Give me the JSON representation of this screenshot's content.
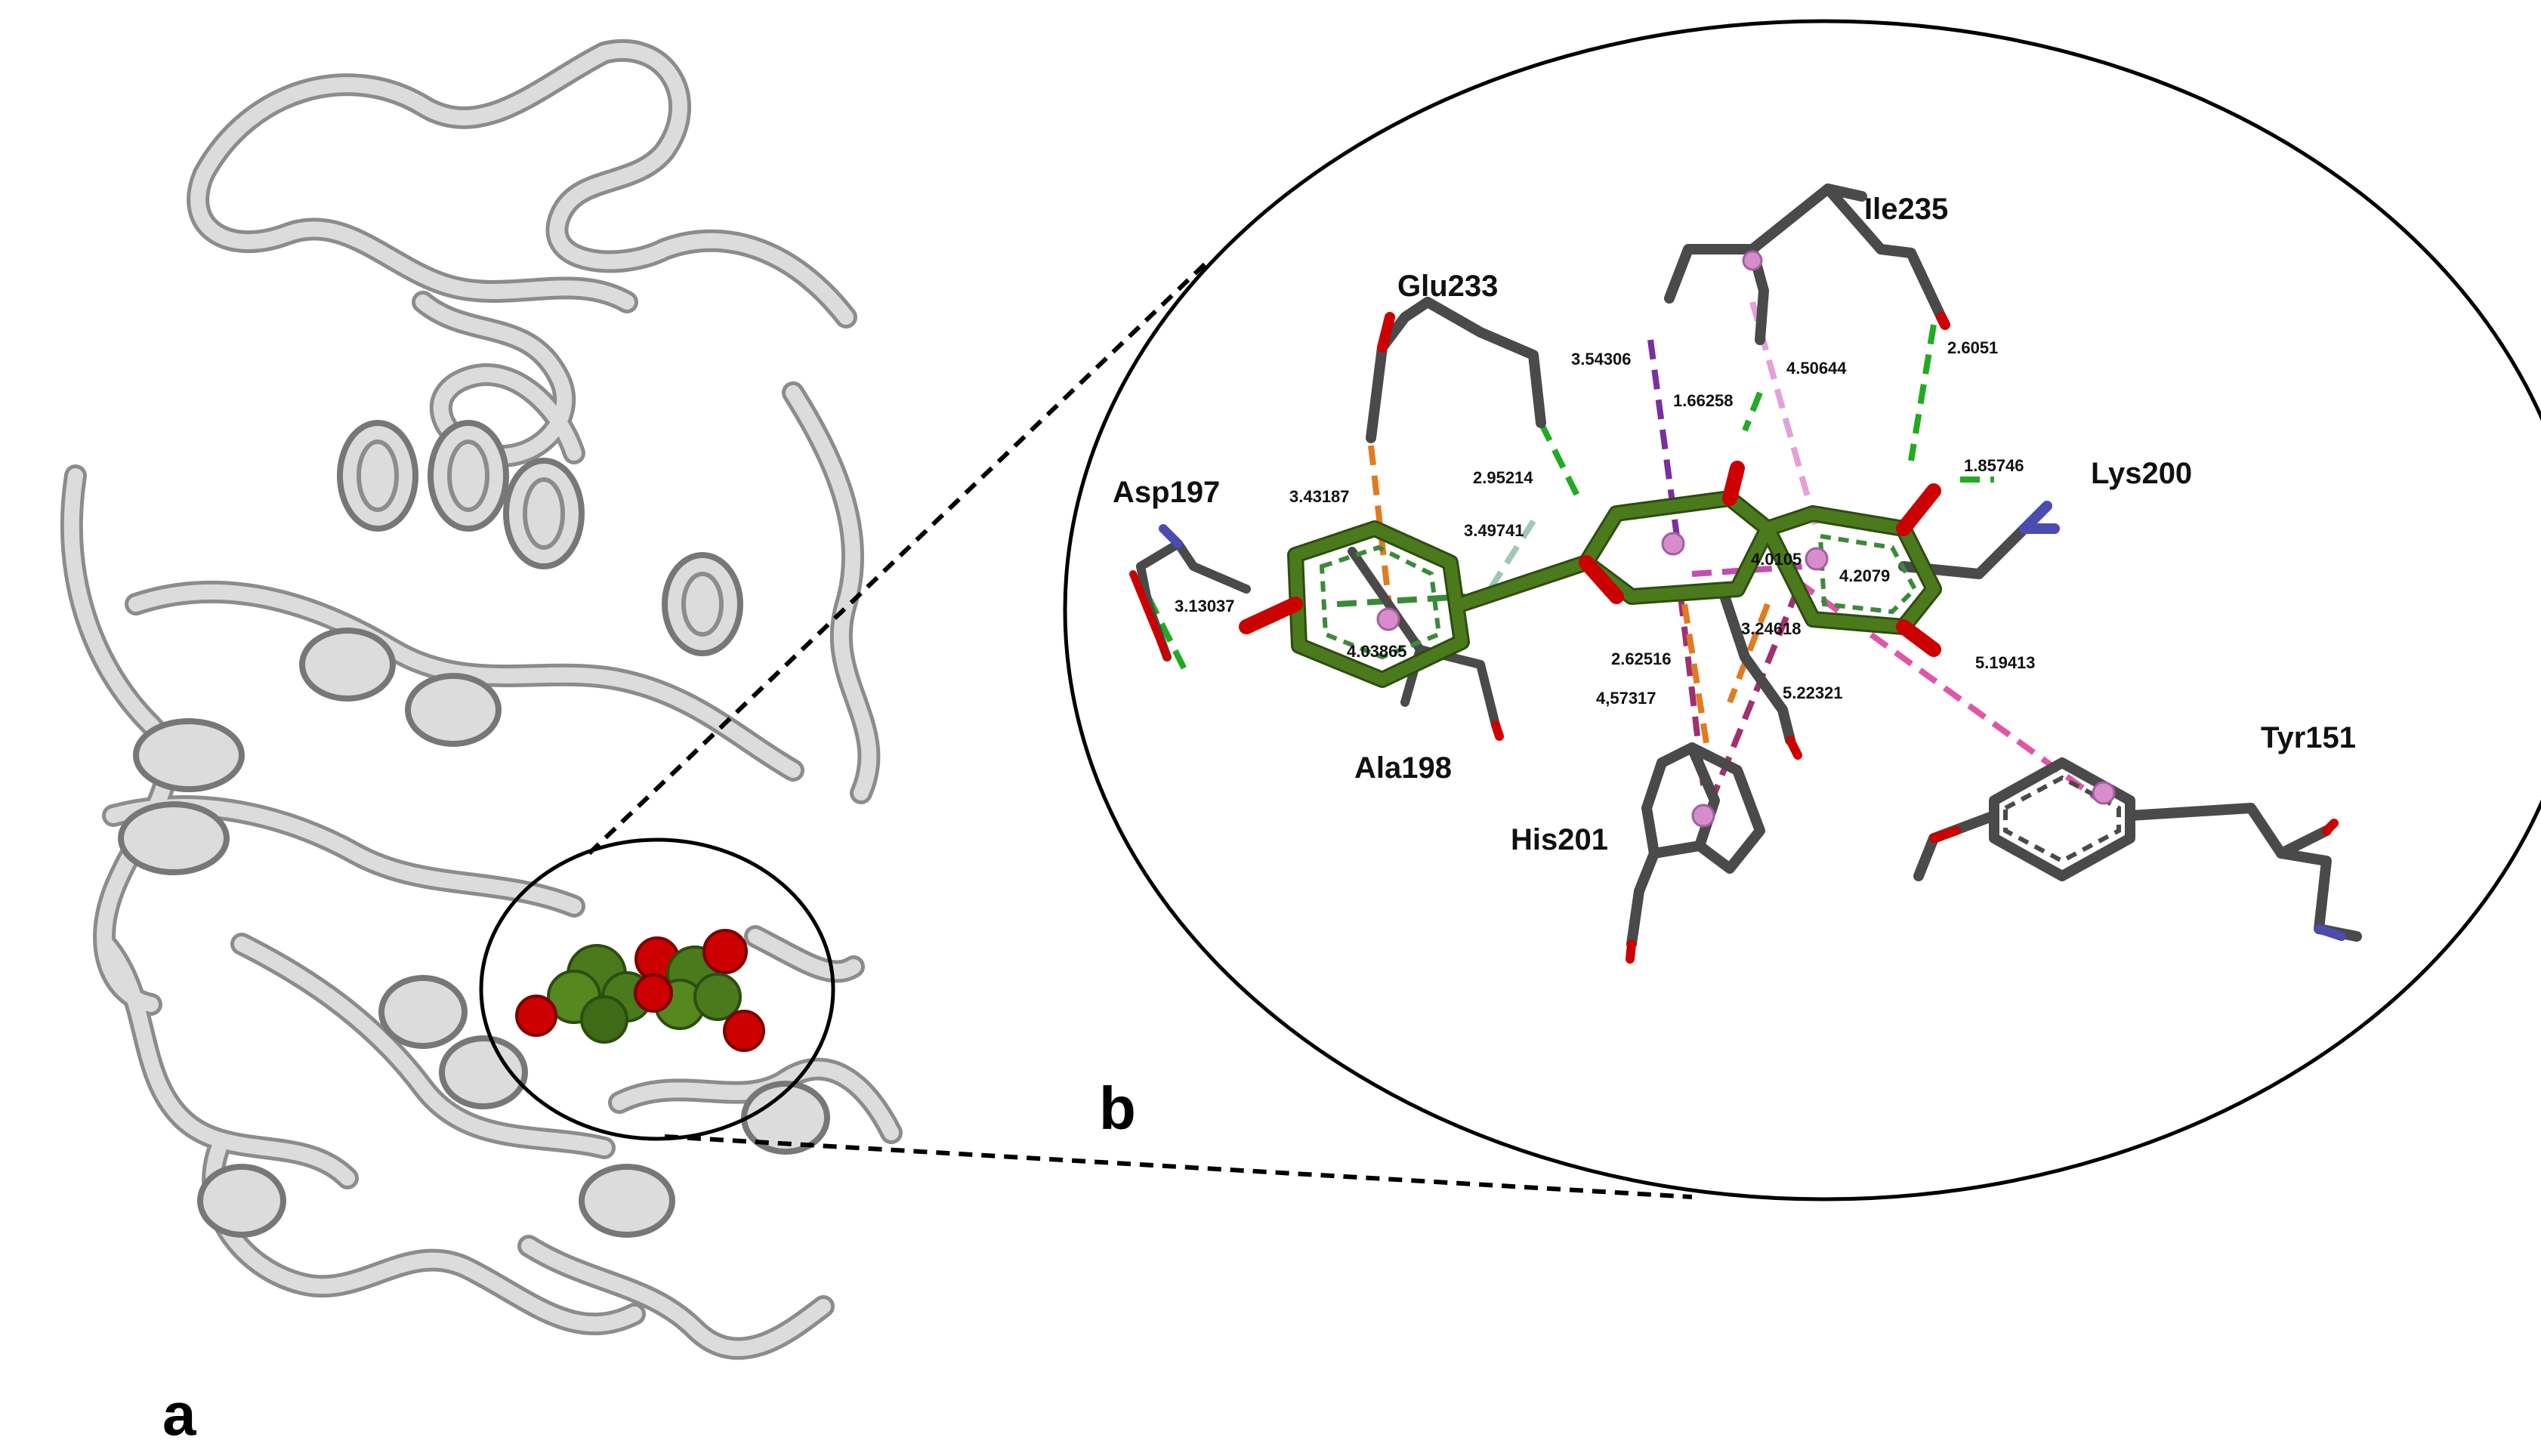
{
  "panels": {
    "a": "a",
    "b": "b"
  },
  "residues": {
    "ile235": "Ile235",
    "glu233": "Glu233",
    "asp197": "Asp197",
    "lys200": "Lys200",
    "ala198": "Ala198",
    "his201": "His201",
    "tyr151": "Tyr151"
  },
  "distances": {
    "d_3_54306": "3.54306",
    "d_1_66258": "1.66258",
    "d_4_50644": "4.50644",
    "d_2_6051": "2.6051",
    "d_2_95214": "2.95214",
    "d_3_43187": "3.43187",
    "d_3_49741": "3.49741",
    "d_1_85746": "1.85746",
    "d_3_13037": "3.13037",
    "d_4_03865": "4.03865",
    "d_4_0105": "4.0105",
    "d_4_2079": "4.2079",
    "d_3_24618": "3.24618",
    "d_2_62516": "2.62516",
    "d_4_57317": "4,57317",
    "d_5_22321": "5.22321",
    "d_5_19413": "5.19413"
  },
  "colors": {
    "ligand_carbon": "#4a7a1c",
    "oxygen": "#cc0000",
    "nitrogen": "#4b4bb0",
    "residue_carbon": "#4a4a4a",
    "ribbon": "#c8c8c8",
    "hbond": "#22aa22",
    "pi_anion": "#e07b20",
    "pi_sigma": "#7a2fa0",
    "pi_alkyl": "#e055a8",
    "carbon_hbond": "#9fc9b5"
  }
}
